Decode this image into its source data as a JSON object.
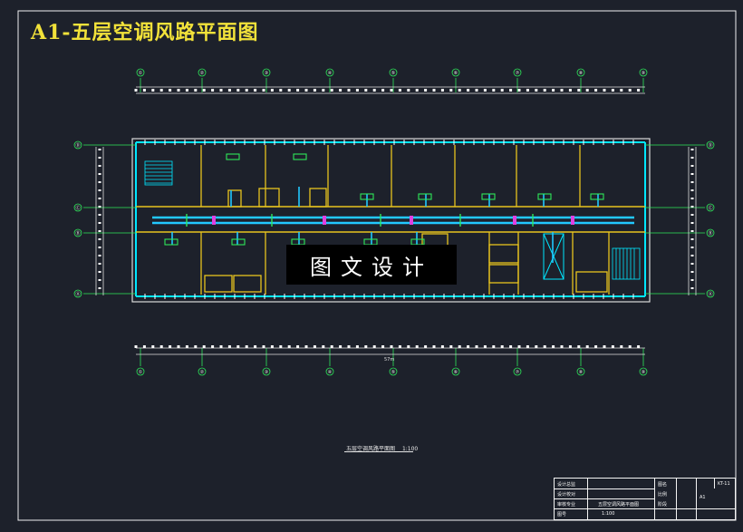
{
  "title": "A1-五层空调风路平面图",
  "watermark": "图文设计",
  "column_axes": [
    "①",
    "②",
    "③",
    "④",
    "⑤",
    "⑥",
    "⑦",
    "⑧",
    "⑨"
  ],
  "row_axes": [
    "Ⓓ",
    "Ⓒ",
    "Ⓑ",
    "Ⓐ"
  ],
  "total_dimension": "57m",
  "drawing_caption": "五层空调风路平面图",
  "caption_scale": "1:100",
  "title_block": {
    "left_labels": [
      "设计总监",
      "设计校对",
      "审核专业",
      "图号"
    ],
    "drawing_name": "五层空调风路平面图",
    "sheet": "1:100",
    "right_labels": [
      "图名",
      "比例",
      "阶段"
    ],
    "stamp": "A1",
    "code": "KT-11"
  }
}
